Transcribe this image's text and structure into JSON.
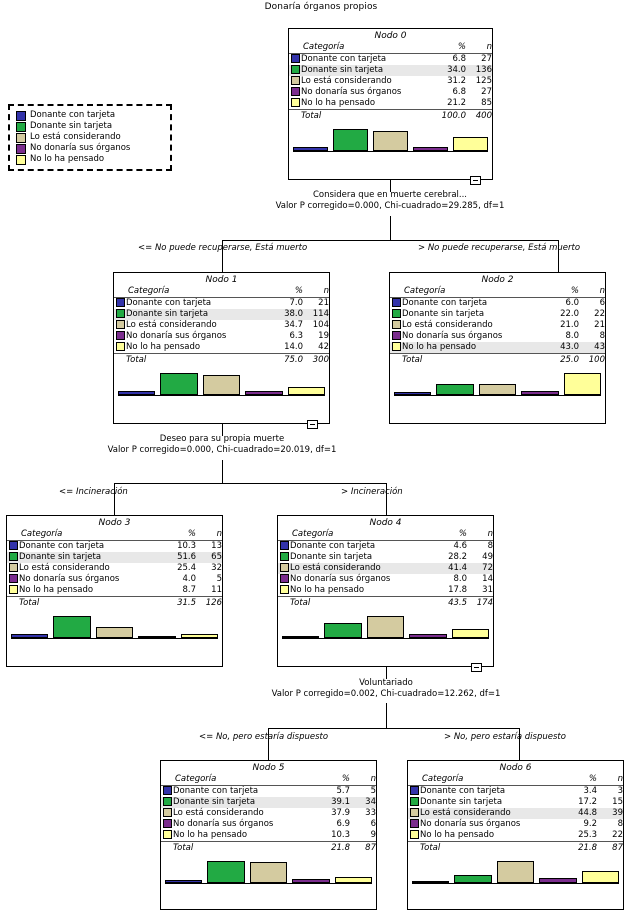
{
  "title": "Donaría órganos propios",
  "colors": {
    "donante_con_tarjeta": "#3333aa",
    "donante_sin_tarjeta": "#22aa44",
    "lo_esta_considerando": "#d4cba0",
    "no_donaria": "#7b2d8e",
    "no_lo_ha_pensado": "#ffff99"
  },
  "legend": {
    "items": [
      {
        "label": "Donante con tarjeta",
        "color": "#3333aa"
      },
      {
        "label": "Donante sin tarjeta",
        "color": "#22aa44"
      },
      {
        "label": "Lo está considerando",
        "color": "#d4cba0"
      },
      {
        "label": "No donaría sus órganos",
        "color": "#7b2d8e"
      },
      {
        "label": "No lo ha pensado",
        "color": "#ffff99"
      }
    ]
  },
  "table_headers": {
    "categoria": "Categoría",
    "pct": "%",
    "n": "n",
    "total": "Total"
  },
  "nodes": {
    "node0": {
      "title": "Nodo 0",
      "highlight": 1,
      "rows": [
        {
          "label": "Donante con tarjeta",
          "pct": "6.8",
          "n": "27",
          "color": "#3333aa"
        },
        {
          "label": "Donante sin tarjeta",
          "pct": "34.0",
          "n": "136",
          "color": "#22aa44"
        },
        {
          "label": "Lo está considerando",
          "pct": "31.2",
          "n": "125",
          "color": "#d4cba0"
        },
        {
          "label": "No donaría sus órganos",
          "pct": "6.8",
          "n": "27",
          "color": "#7b2d8e"
        },
        {
          "label": "No lo ha pensado",
          "pct": "21.2",
          "n": "85",
          "color": "#ffff99"
        }
      ],
      "total": {
        "pct": "100.0",
        "n": "400"
      }
    },
    "node1": {
      "title": "Nodo 1",
      "highlight": 1,
      "rows": [
        {
          "label": "Donante con tarjeta",
          "pct": "7.0",
          "n": "21",
          "color": "#3333aa"
        },
        {
          "label": "Donante sin tarjeta",
          "pct": "38.0",
          "n": "114",
          "color": "#22aa44"
        },
        {
          "label": "Lo está considerando",
          "pct": "34.7",
          "n": "104",
          "color": "#d4cba0"
        },
        {
          "label": "No donaría sus órganos",
          "pct": "6.3",
          "n": "19",
          "color": "#7b2d8e"
        },
        {
          "label": "No lo ha pensado",
          "pct": "14.0",
          "n": "42",
          "color": "#ffff99"
        }
      ],
      "total": {
        "pct": "75.0",
        "n": "300"
      }
    },
    "node2": {
      "title": "Nodo 2",
      "highlight": 4,
      "rows": [
        {
          "label": "Donante con tarjeta",
          "pct": "6.0",
          "n": "6",
          "color": "#3333aa"
        },
        {
          "label": "Donante sin tarjeta",
          "pct": "22.0",
          "n": "22",
          "color": "#22aa44"
        },
        {
          "label": "Lo está considerando",
          "pct": "21.0",
          "n": "21",
          "color": "#d4cba0"
        },
        {
          "label": "No donaría sus órganos",
          "pct": "8.0",
          "n": "8",
          "color": "#7b2d8e"
        },
        {
          "label": "No lo ha pensado",
          "pct": "43.0",
          "n": "43",
          "color": "#ffff99"
        }
      ],
      "total": {
        "pct": "25.0",
        "n": "100"
      }
    },
    "node3": {
      "title": "Nodo 3",
      "highlight": 1,
      "rows": [
        {
          "label": "Donante con tarjeta",
          "pct": "10.3",
          "n": "13",
          "color": "#3333aa"
        },
        {
          "label": "Donante sin tarjeta",
          "pct": "51.6",
          "n": "65",
          "color": "#22aa44"
        },
        {
          "label": "Lo está considerando",
          "pct": "25.4",
          "n": "32",
          "color": "#d4cba0"
        },
        {
          "label": "No donaría sus órganos",
          "pct": "4.0",
          "n": "5",
          "color": "#7b2d8e"
        },
        {
          "label": "No lo ha pensado",
          "pct": "8.7",
          "n": "11",
          "color": "#ffff99"
        }
      ],
      "total": {
        "pct": "31.5",
        "n": "126"
      }
    },
    "node4": {
      "title": "Nodo 4",
      "highlight": 2,
      "rows": [
        {
          "label": "Donante con tarjeta",
          "pct": "4.6",
          "n": "8",
          "color": "#3333aa"
        },
        {
          "label": "Donante sin tarjeta",
          "pct": "28.2",
          "n": "49",
          "color": "#22aa44"
        },
        {
          "label": "Lo está considerando",
          "pct": "41.4",
          "n": "72",
          "color": "#d4cba0"
        },
        {
          "label": "No donaría sus órganos",
          "pct": "8.0",
          "n": "14",
          "color": "#7b2d8e"
        },
        {
          "label": "No lo ha pensado",
          "pct": "17.8",
          "n": "31",
          "color": "#ffff99"
        }
      ],
      "total": {
        "pct": "43.5",
        "n": "174"
      }
    },
    "node5": {
      "title": "Nodo 5",
      "highlight": 1,
      "rows": [
        {
          "label": "Donante con tarjeta",
          "pct": "5.7",
          "n": "5",
          "color": "#3333aa"
        },
        {
          "label": "Donante sin tarjeta",
          "pct": "39.1",
          "n": "34",
          "color": "#22aa44"
        },
        {
          "label": "Lo está considerando",
          "pct": "37.9",
          "n": "33",
          "color": "#d4cba0"
        },
        {
          "label": "No donaría sus órganos",
          "pct": "6.9",
          "n": "6",
          "color": "#7b2d8e"
        },
        {
          "label": "No lo ha pensado",
          "pct": "10.3",
          "n": "9",
          "color": "#ffff99"
        }
      ],
      "total": {
        "pct": "21.8",
        "n": "87"
      }
    },
    "node6": {
      "title": "Nodo 6",
      "highlight": 2,
      "rows": [
        {
          "label": "Donante con tarjeta",
          "pct": "3.4",
          "n": "3",
          "color": "#3333aa"
        },
        {
          "label": "Donante sin tarjeta",
          "pct": "17.2",
          "n": "15",
          "color": "#22aa44"
        },
        {
          "label": "Lo está considerando",
          "pct": "44.8",
          "n": "39",
          "color": "#d4cba0"
        },
        {
          "label": "No donaría sus órganos",
          "pct": "9.2",
          "n": "8",
          "color": "#7b2d8e"
        },
        {
          "label": "No lo ha pensado",
          "pct": "25.3",
          "n": "22",
          "color": "#ffff99"
        }
      ],
      "total": {
        "pct": "21.8",
        "n": "87"
      }
    }
  },
  "splits": {
    "split1": {
      "variable": "Considera que en muerte cerebral...",
      "stats": "Valor P corregido=0.000, Chi-cuadrado=29.285, df=1",
      "left_label": "<= No puede recuperarse, Está muerto",
      "right_label": "> No puede recuperarse, Está muerto"
    },
    "split2": {
      "variable": "Deseo para su propia muerte",
      "stats": "Valor P corregido=0.000, Chi-cuadrado=20.019, df=1",
      "left_label": "<= Incineración",
      "right_label": "> Incineración"
    },
    "split3": {
      "variable": "Voluntariado",
      "stats": "Valor P corregido=0.002, Chi-cuadrado=12.262, df=1",
      "left_label": "<= No, pero estaría dispuesto",
      "right_label": "> No, pero estaría dispuesto"
    }
  }
}
